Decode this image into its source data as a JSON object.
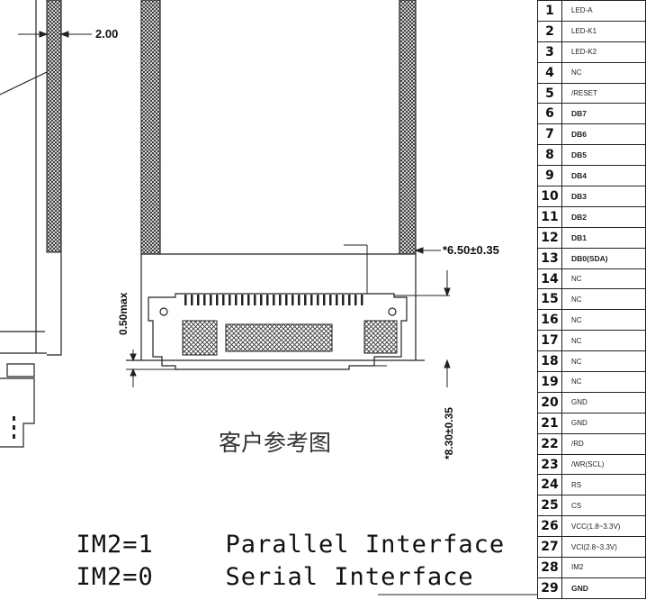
{
  "annotations": {
    "dim_width": "2.00",
    "dim_offset": "*6.50±0.35",
    "dim_height": "*8.30±0.35",
    "dim_max": "0.50max",
    "reference_title": "客户参考图"
  },
  "interface_modes": [
    {
      "mode": "IM2=1",
      "description": "Parallel Interface"
    },
    {
      "mode": "IM2=0",
      "description": "Serial Interface"
    }
  ],
  "pins": [
    {
      "num": "1",
      "signal": "LED-A"
    },
    {
      "num": "2",
      "signal": "LED-K1"
    },
    {
      "num": "3",
      "signal": "LED-K2"
    },
    {
      "num": "4",
      "signal": "NC"
    },
    {
      "num": "5",
      "signal": "/RESET"
    },
    {
      "num": "6",
      "signal": "DB7"
    },
    {
      "num": "7",
      "signal": "DB6"
    },
    {
      "num": "8",
      "signal": "DB5"
    },
    {
      "num": "9",
      "signal": "DB4"
    },
    {
      "num": "10",
      "signal": "DB3"
    },
    {
      "num": "11",
      "signal": "DB2"
    },
    {
      "num": "12",
      "signal": "DB1"
    },
    {
      "num": "13",
      "signal": "DB0(SDA)"
    },
    {
      "num": "14",
      "signal": "NC"
    },
    {
      "num": "15",
      "signal": "NC"
    },
    {
      "num": "16",
      "signal": "NC"
    },
    {
      "num": "17",
      "signal": "NC"
    },
    {
      "num": "18",
      "signal": "NC"
    },
    {
      "num": "19",
      "signal": "NC"
    },
    {
      "num": "20",
      "signal": "GND"
    },
    {
      "num": "21",
      "signal": "GND"
    },
    {
      "num": "22",
      "signal": "/RD"
    },
    {
      "num": "23",
      "signal": "/WR(SCL)"
    },
    {
      "num": "24",
      "signal": "RS"
    },
    {
      "num": "25",
      "signal": "CS"
    },
    {
      "num": "26",
      "signal": "VCC(1.8~3.3V)"
    },
    {
      "num": "27",
      "signal": "VCI(2.8~3.3V)"
    },
    {
      "num": "28",
      "signal": "IM2"
    },
    {
      "num": "29",
      "signal": "GND"
    }
  ]
}
